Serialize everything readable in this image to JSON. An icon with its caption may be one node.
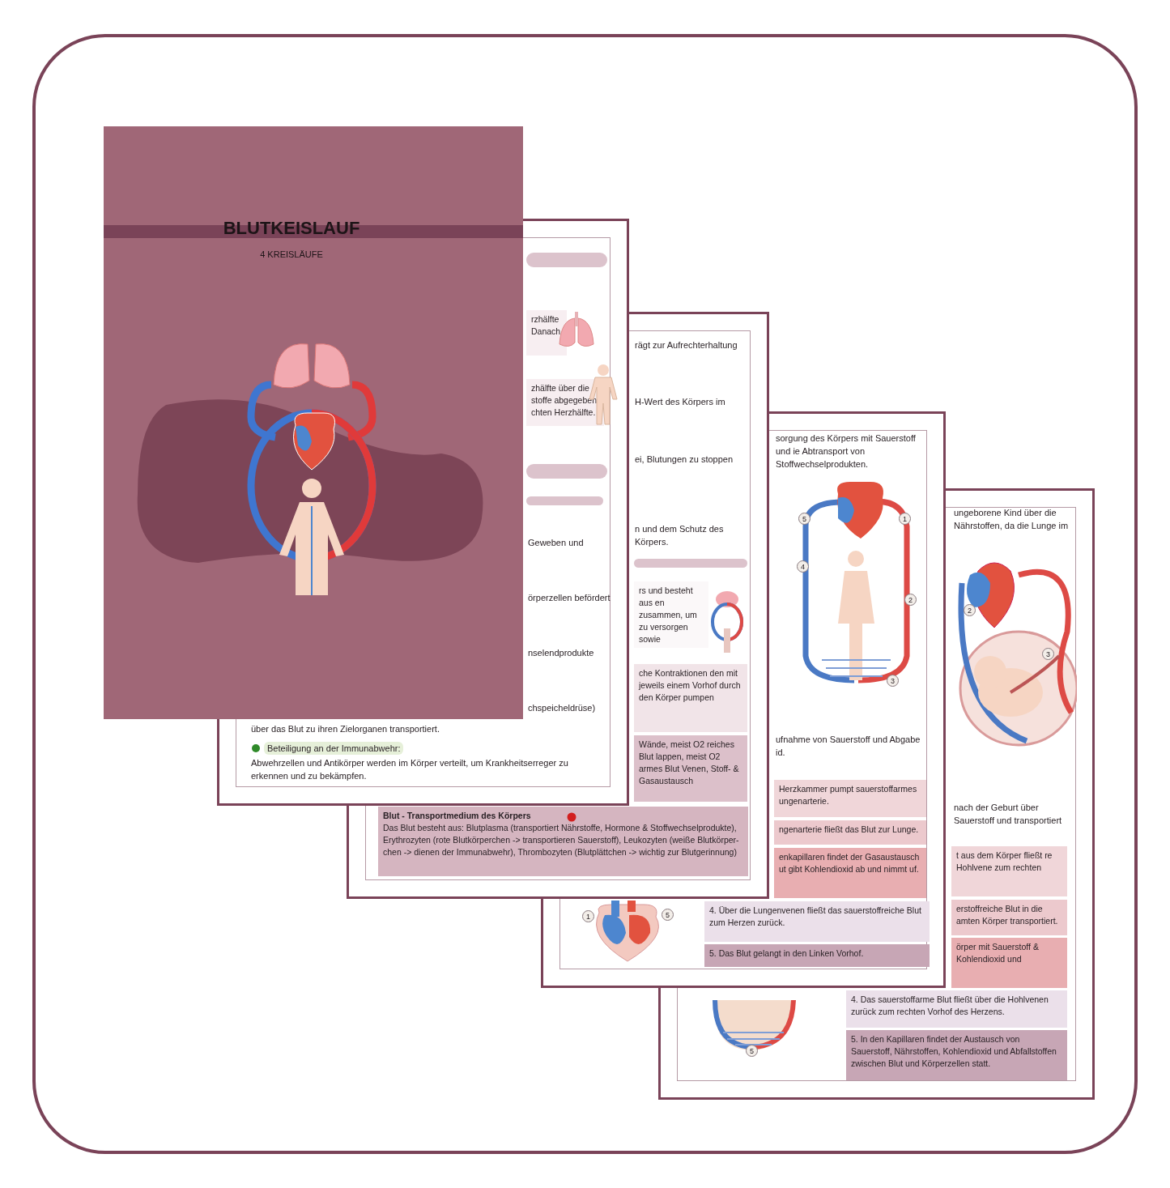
{
  "diagram": {
    "nodes": [
      {
        "text": [
          "rzhälfte Danach"
        ]
      },
      {
        "text": [
          "zhälfte über die stoffe abgegeben. chten Herzhälfte."
        ]
      },
      {
        "text": [
          "rs und besteht aus en zusammen, um zu versorgen sowie"
        ]
      },
      {
        "text": [
          "che Kontraktionen den mit jeweils einem Vorhof durch den Körper pumpen"
        ]
      },
      {
        "text": [
          "Wände, meist O2 reiches Blut lappen, meist O2 armes Blut Venen, Stoff- & Gasaustausch"
        ]
      },
      {
        "text": [
          "Blut - Transportmedium des Körpers",
          "Das Blut besteht aus: Blutplasma (transportiert Nährstoffe, Hormone & Stoffwechselprodukte), Erythrozyten (rote Blutkörperchen -> transportieren Sauerstoff), Leukozyten (weiße Blutkörper- chen -> dienen der Immunabwehr), Thrombozyten (Blutplättchen -> wichtig zur Blutgerinnung)"
        ]
      },
      {
        "text": [
          "Herzkammer pumpt sauerstoffarmes ungenarterie."
        ]
      },
      {
        "text": [
          "ngenarterie fließt das Blut zur Lunge."
        ]
      },
      {
        "text": [
          "enkapillaren findet der Gasaustausch ut gibt Kohlendioxid ab und nimmt uf."
        ]
      },
      {
        "text": [
          "4. Über die Lungenvenen fließt das sauerstoffreiche Blut zum Herzen zurück."
        ]
      },
      {
        "text": [
          "5. Das Blut gelangt in den Linken Vorhof."
        ]
      },
      {
        "text": [
          "t aus dem Körper fließt re Hohlvene zum rechten"
        ]
      },
      {
        "text": [
          "erstoffreiche Blut in die amten Körper transportiert."
        ]
      },
      {
        "text": [
          "örper mit Sauerstoff & Kohlendioxid und"
        ]
      },
      {
        "text": [
          "4. Das sauerstoffarme Blut fließt über die Hohlvenen zurück zum rechten Vorhof des Herzens."
        ]
      },
      {
        "text": [
          "5. In den Kapillaren findet der Austausch von Sauerstoff, Nährstoffen, Kohlendioxid und Abfallstoffen zwischen Blut und Körperzellen statt."
        ]
      }
    ],
    "labels": [
      "BLUTKEISLAUF",
      "4 KREISLÄUFE",
      "Geweben und",
      "örperzellen befördert",
      "nselendprodukte",
      "chspeicheldrüse)",
      "über das Blut zu ihren Zielorganen transportiert.",
      "Beteiligung an der Immunabwehr:",
      "Abwehrzellen und Antikörper werden im Körper verteilt, um Krankheitserreger zu erkennen und zu bekämpfen.",
      "rägt zur Aufrechterhaltung",
      "H-Wert des Körpers im",
      "ei, Blutungen zu stoppen",
      "n und dem Schutz des Körpers.",
      "sorgung des Körpers mit Sauerstoff und ie Abtransport von Stoffwechselprodukten.",
      "5",
      "1",
      "4",
      "2",
      "3",
      "ufnahme von Sauerstoff und Abgabe id.",
      "1",
      "5",
      "ungeborene Kind über die Nährstoffen, da die Lunge im",
      "2",
      "3",
      "nach der Geburt über Sauerstoff und transportiert",
      "5"
    ]
  }
}
